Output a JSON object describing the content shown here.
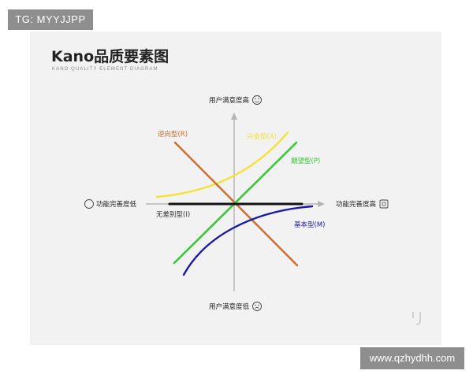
{
  "tag": "TG: MYYJJPP",
  "title": "Kano品质要素图",
  "subtitle": "KANO QUALITY ELEMENT DIAGRAM",
  "axes": {
    "top": "用户满意度高",
    "bottom": "用户满意度低",
    "left": "功能完善度低",
    "right": "功能完善度高"
  },
  "curves": {
    "reverse": {
      "label": "逆向型(R)",
      "color": "#d2692f"
    },
    "attractive": {
      "label": "兴奋型(A)",
      "color": "#f2e23a"
    },
    "one_dimensional": {
      "label": "期望型(P)",
      "color": "#37c737"
    },
    "indifferent": {
      "label": "无差别型(I)",
      "color": "#111111"
    },
    "must_be": {
      "label": "基本型(M)",
      "color": "#1a1aa6"
    }
  },
  "watermark": "www.qzhydhh.com"
}
